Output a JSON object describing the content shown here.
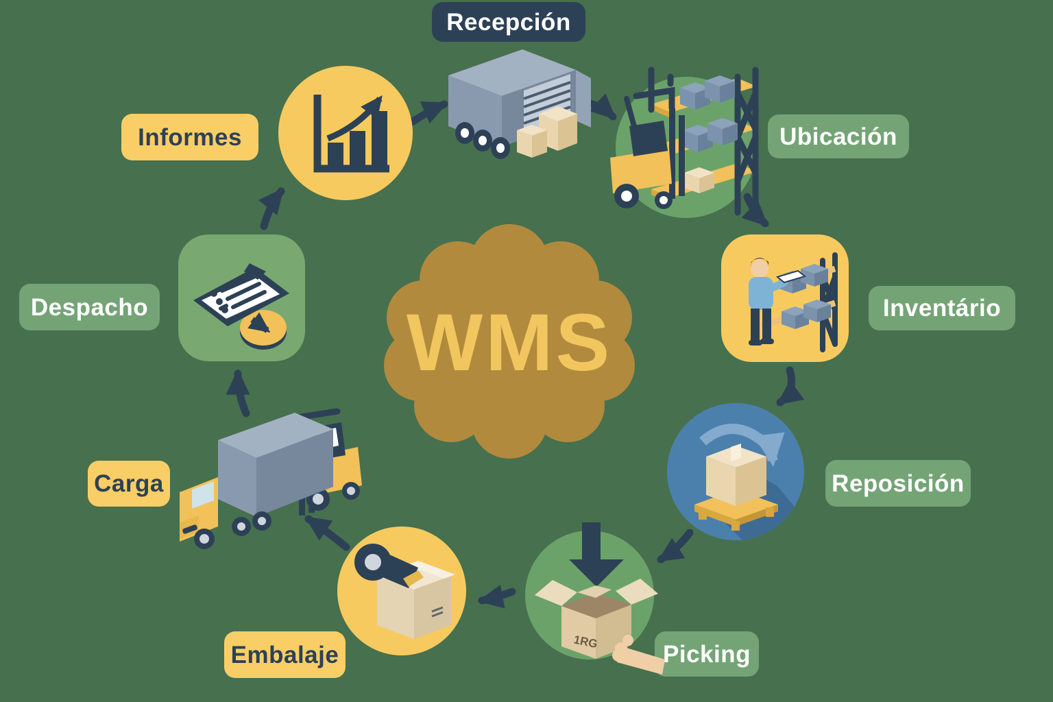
{
  "center": {
    "label": "WMS"
  },
  "stages": [
    {
      "id": "recepcion",
      "label": "Recepción",
      "pill_style": "navy",
      "icon": "delivery-truck-icon"
    },
    {
      "id": "ubicacion",
      "label": "Ubicación",
      "pill_style": "green",
      "icon": "forklift-shelving-icon"
    },
    {
      "id": "inventario",
      "label": "Inventário",
      "pill_style": "green",
      "icon": "inventory-check-icon"
    },
    {
      "id": "reposicion",
      "label": "Reposición",
      "pill_style": "green",
      "icon": "pallet-restock-icon"
    },
    {
      "id": "picking",
      "label": "Picking",
      "pill_style": "green",
      "icon": "open-box-picking-icon"
    },
    {
      "id": "embalaje",
      "label": "Embalaje",
      "pill_style": "yellow",
      "icon": "tape-box-icon"
    },
    {
      "id": "carga",
      "label": "Carga",
      "pill_style": "yellow",
      "icon": "truck-loading-icon"
    },
    {
      "id": "despacho",
      "label": "Despacho",
      "pill_style": "green",
      "icon": "dispatch-clipboard-icon"
    },
    {
      "id": "informes",
      "label": "Informes",
      "pill_style": "yellow",
      "icon": "bar-chart-icon"
    }
  ],
  "markings": {
    "picking_box": "1RG"
  },
  "colors": {
    "background": "#47704e",
    "navy": "#2d4156",
    "label_green": "#74a476",
    "label_yellow": "#f9ce66",
    "icon_yellow": "#f7ca60",
    "icon_green_circle": "#6ba26a",
    "icon_blue_circle": "#4b80ad",
    "center_gold": "#b28a3d",
    "center_text_gold": "#f2c65f"
  }
}
